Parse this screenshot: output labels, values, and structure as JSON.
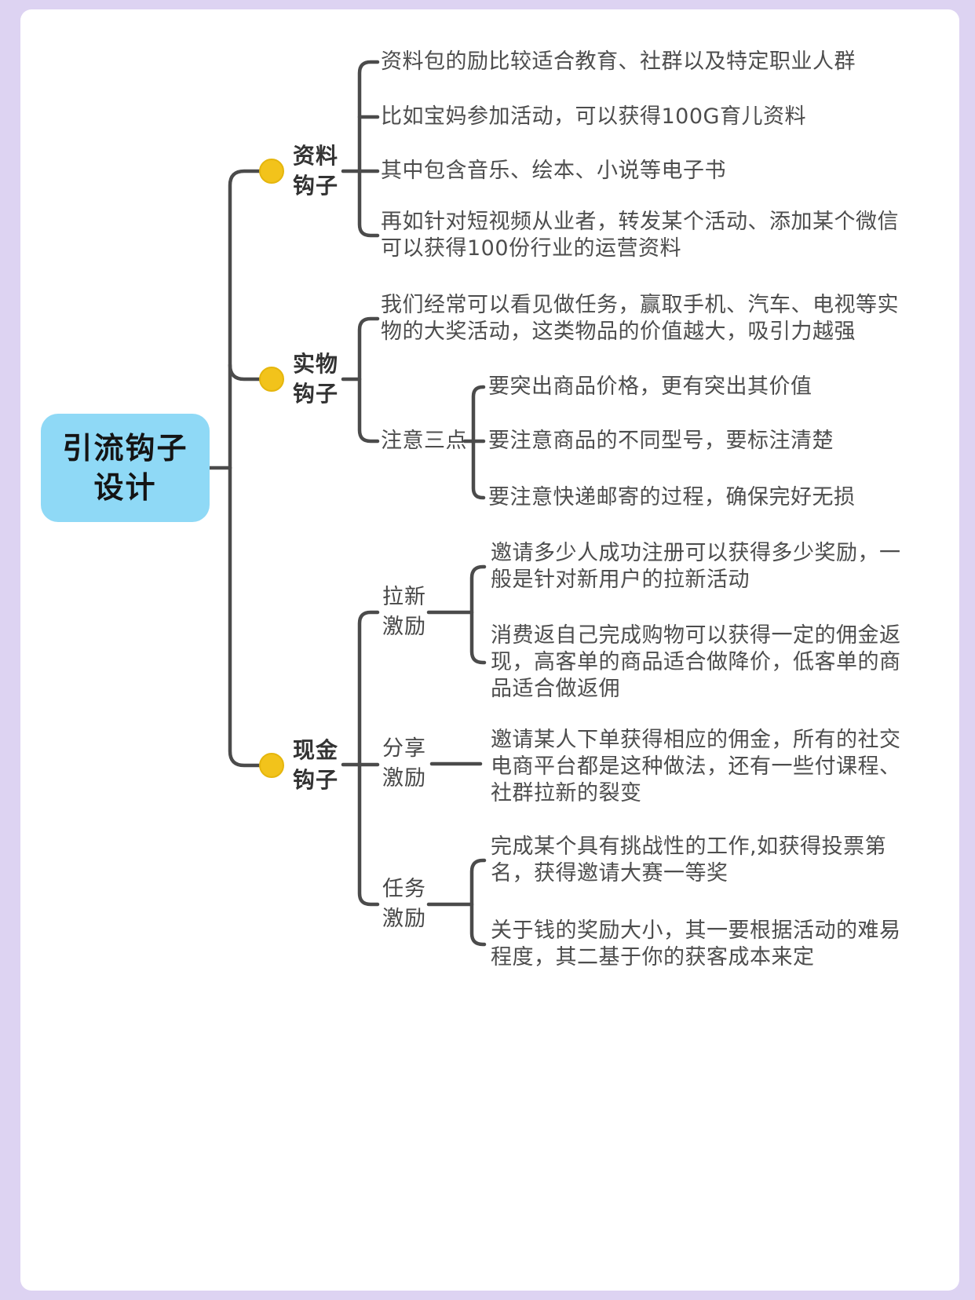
{
  "colors": {
    "frame": "#DDD3F2",
    "page": "#FFFFFF",
    "line": "#4B4B4B",
    "dot_fill": "#F2C31B",
    "dot_edge": "#E5B60D",
    "root_fill": "#8FD9F6",
    "root_text": "#141414",
    "label_text": "#333333",
    "body_text": "#4D4D4D"
  },
  "root": {
    "title": "引流钩子\n设计"
  },
  "branches": [
    {
      "label": "资料\n钩子",
      "children": [
        {
          "text": "资料包的励比较适合教育、社群以及特定职业人群"
        },
        {
          "text": "比如宝妈参加活动，可以获得100G育儿资料"
        },
        {
          "text": "其中包含音乐、绘本、小说等电子书"
        },
        {
          "text": "再如针对短视频从业者，转发某个活动、添加某个微信\n可以获得100份行业的运营资料"
        }
      ]
    },
    {
      "label": "实物\n钩子",
      "children": [
        {
          "text": "我们经常可以看见做任务，赢取手机、汽车、电视等实\n物的大奖活动，这类物品的价值越大，吸引力越强"
        },
        {
          "text": "注意三点",
          "children": [
            {
              "text": "要突出商品价格，更有突出其价值"
            },
            {
              "text": "要注意商品的不同型号，要标注清楚"
            },
            {
              "text": "要注意快递邮寄的过程，确保完好无损"
            }
          ]
        }
      ]
    },
    {
      "label": "现金\n钩子",
      "children": [
        {
          "text": "拉新\n激励",
          "children": [
            {
              "text": "邀请多少人成功注册可以获得多少奖励，一\n般是针对新用户的拉新活动"
            },
            {
              "text": "消费返自己完成购物可以获得一定的佣金返\n现，高客单的商品适合做降价，低客单的商\n品适合做返佣"
            }
          ]
        },
        {
          "text": "分享\n激励",
          "children": [
            {
              "text": "邀请某人下单获得相应的佣金，所有的社交\n电商平台都是这种做法，还有一些付课程、\n社群拉新的裂变"
            }
          ]
        },
        {
          "text": "任务\n激励",
          "children": [
            {
              "text": "完成某个具有挑战性的工作,如获得投票第\n名，获得邀请大赛一等奖"
            },
            {
              "text": "关于钱的奖励大小，其一要根据活动的难易\n程度，其二基于你的获客成本来定"
            }
          ]
        }
      ]
    }
  ]
}
